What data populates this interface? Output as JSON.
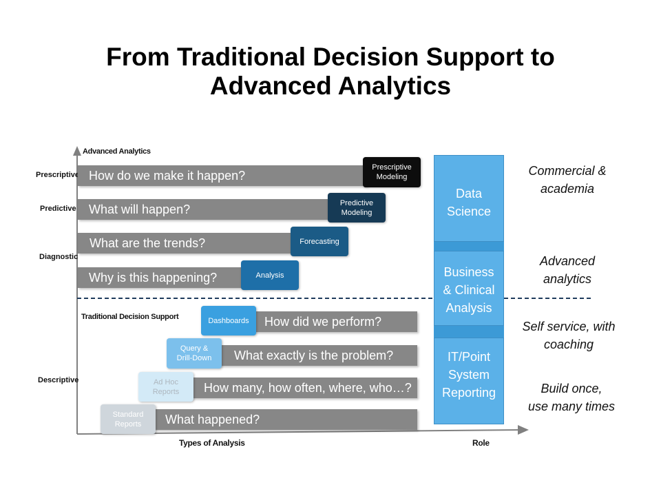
{
  "title_line1": "From Traditional Decision Support to",
  "title_line2": "Advanced Analytics",
  "axes": {
    "y_top": "Advanced Analytics",
    "traditional": "Traditional Decision Support",
    "x_label": "Types of Analysis",
    "role_label": "Role"
  },
  "row_labels": {
    "prescriptive": "Prescriptive",
    "predictive": "Predictive",
    "diagnostic": "Diagnostic",
    "descriptive": "Descriptive"
  },
  "advanced_rows": [
    {
      "question": "How do we make it happen?",
      "box": "Prescriptive\nModeling",
      "box_color": "#0d0d0d"
    },
    {
      "question": "What will happen?",
      "box": "Predictive\nModeling",
      "box_color": "#163a55"
    },
    {
      "question": "What are the trends?",
      "box": "Forecasting",
      "box_color": "#1b5b86"
    },
    {
      "question": "Why is this happening?",
      "box": "Analysis",
      "box_color": "#1e6fa8"
    }
  ],
  "traditional_rows": [
    {
      "question": "How did we perform?",
      "box": "Dashboards",
      "box_color": "#3aa0e0"
    },
    {
      "question": "What exactly is the problem?",
      "box": "Query &\nDrill-Down",
      "box_color": "#7cc0ec"
    },
    {
      "question": "How many, how often, where, who…?",
      "box": "Ad Hoc\nReports",
      "box_color": "#d3eaf7"
    },
    {
      "question": "What happened?",
      "box": "Standard\nReports",
      "box_color": "#cfd6dc"
    }
  ],
  "roles": {
    "data_science": "Data\nScience",
    "business": "Business\n& Clinical\nAnalysis",
    "it": "IT/Point\nSystem\nReporting"
  },
  "notes": {
    "commercial": "Commercial &\nacademia",
    "advanced": "Advanced\nanalytics",
    "self_service": "Self service, with\ncoaching",
    "build_once": "Build once,\nuse many times"
  }
}
